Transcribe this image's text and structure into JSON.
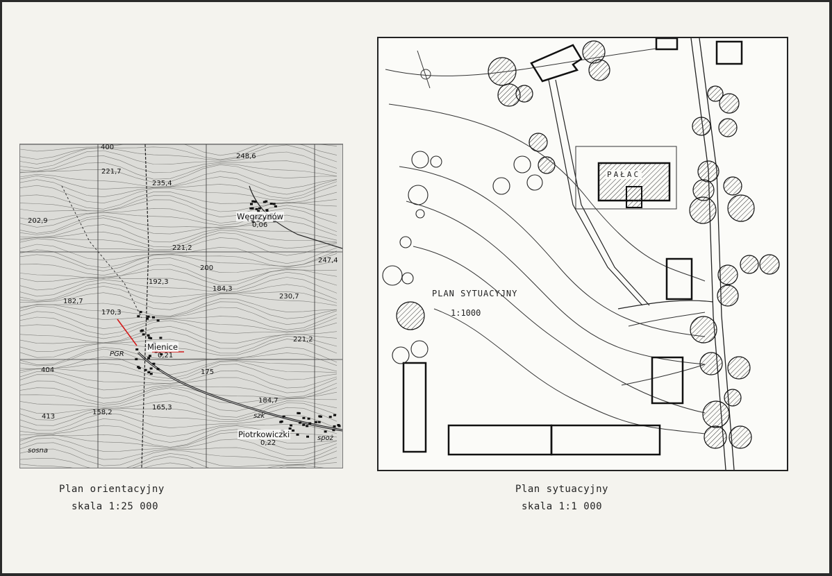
{
  "orientation_map": {
    "caption_line1": "Plan orientacyjny",
    "caption_line2": "skala 1:25 000",
    "labels": {
      "t400": "400",
      "t221_7": "221,7",
      "t248_6": "248,6",
      "t235_4": "235,4",
      "t202_9": "202,9",
      "wegrzynow": "Węgrzynów",
      "wegrzynow_sub": "0,06",
      "t221_2a": "221,2",
      "t247_4": "247,4",
      "t200": "200",
      "t192_3": "192,3",
      "t184_3": "184,3",
      "t182_7": "182,7",
      "t230_7": "230,7",
      "t170_3": "170,3",
      "mienice": "Mienice",
      "mienice_sub": "0,21",
      "pgr": "PGR",
      "t221_2b": "221,2",
      "t404": "404",
      "t175": "175",
      "t165_3": "165,3",
      "t184_7": "184,7",
      "t158_2": "158,2",
      "t413": "413",
      "piotrkowiczki": "Piotrkowiczki",
      "piotrkowiczki_sub": "0,22",
      "szk": "szk",
      "spoz": "spoż",
      "sosna": "sosna"
    }
  },
  "site_plan": {
    "caption_line1": "Plan sytuacyjny",
    "caption_line2": "skala 1:1 000",
    "title": "PLAN SYTUACYJNY",
    "scale": "1:1000",
    "palace_label": "PAŁAC"
  }
}
